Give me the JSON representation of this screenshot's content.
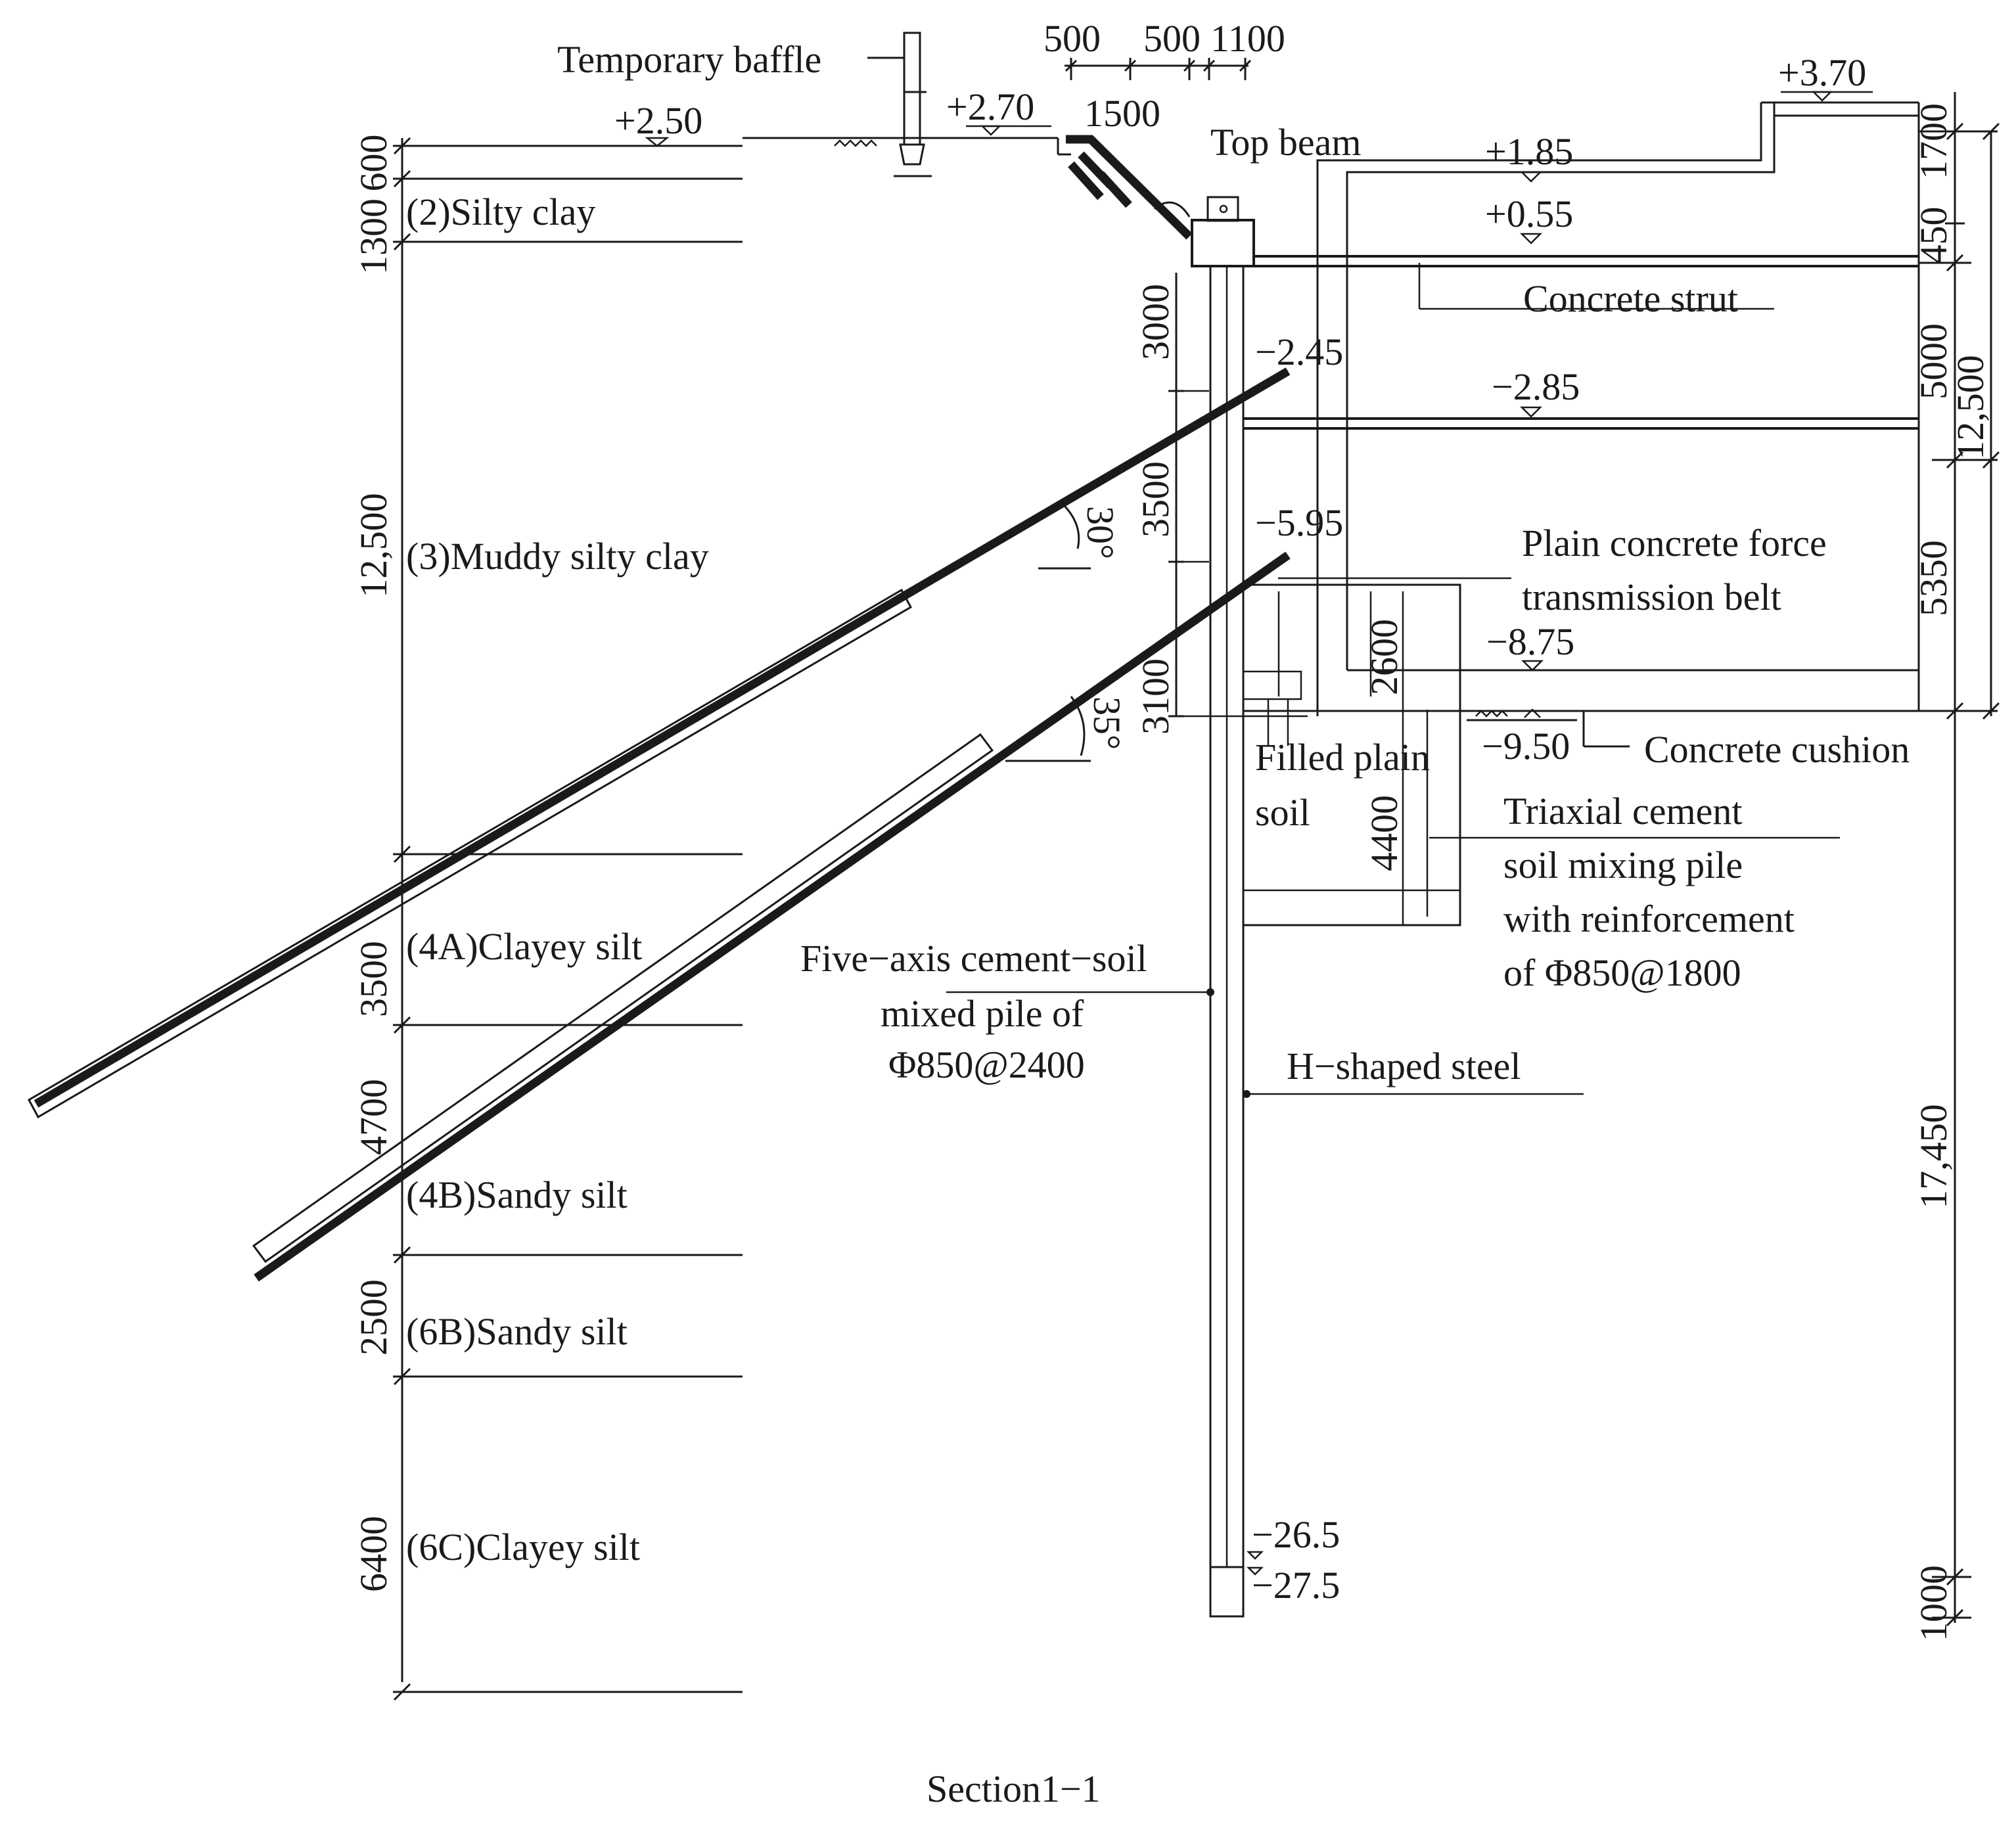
{
  "caption": "Section1−1",
  "soil_layers": [
    {
      "name": "(2)Silty clay",
      "thickness": "1300"
    },
    {
      "name": "(3)Muddy silty clay",
      "thickness": "12,500"
    },
    {
      "name": "(4A)Clayey silt",
      "thickness": "3500"
    },
    {
      "name": "(4B)Sandy silt",
      "thickness": "4700"
    },
    {
      "name": "(6B)Sandy silt",
      "thickness": "2500"
    },
    {
      "name": "(6C)Clayey silt",
      "thickness": "6400"
    }
  ],
  "top_layer_thickness": "600",
  "elevations": {
    "ground": "+2.50",
    "crest": "+2.70",
    "top": "+3.70",
    "slab": "+1.85",
    "beam": "+0.55",
    "anchor1": "−2.45",
    "strut2": "−2.85",
    "anchor2": "−5.95",
    "belt": "−8.75",
    "bottom": "−9.50",
    "toe1": "−26.5",
    "toe2": "−27.5"
  },
  "top_dimensions": [
    "500",
    "500",
    "1100",
    "1500"
  ],
  "wall_dimensions": [
    "3000",
    "3500",
    "3100"
  ],
  "right_dimensions": [
    "1700",
    "450",
    "5000",
    "12,500",
    "5350",
    "17,450",
    "1000"
  ],
  "inner_dimensions": [
    "2600",
    "4400"
  ],
  "angles": {
    "upper": "30°",
    "lower": "35°"
  },
  "labels": {
    "temporary_baffle": "Temporary baffle",
    "top_beam": "Top beam",
    "concrete_strut": "Concrete strut",
    "plain_belt": [
      "Plain concrete force",
      "transmission belt"
    ],
    "concrete_cushion": "Concrete cushion",
    "filled_soil": [
      "Filled plain",
      "soil"
    ],
    "triaxial": [
      "Triaxial cement",
      "soil mixing pile",
      "with reinforcement",
      "of Φ850@1800"
    ],
    "five_axis": [
      "Five−axis cement−soil",
      "mixed pile of",
      "Φ850@2400"
    ],
    "h_steel": "H−shaped steel"
  }
}
